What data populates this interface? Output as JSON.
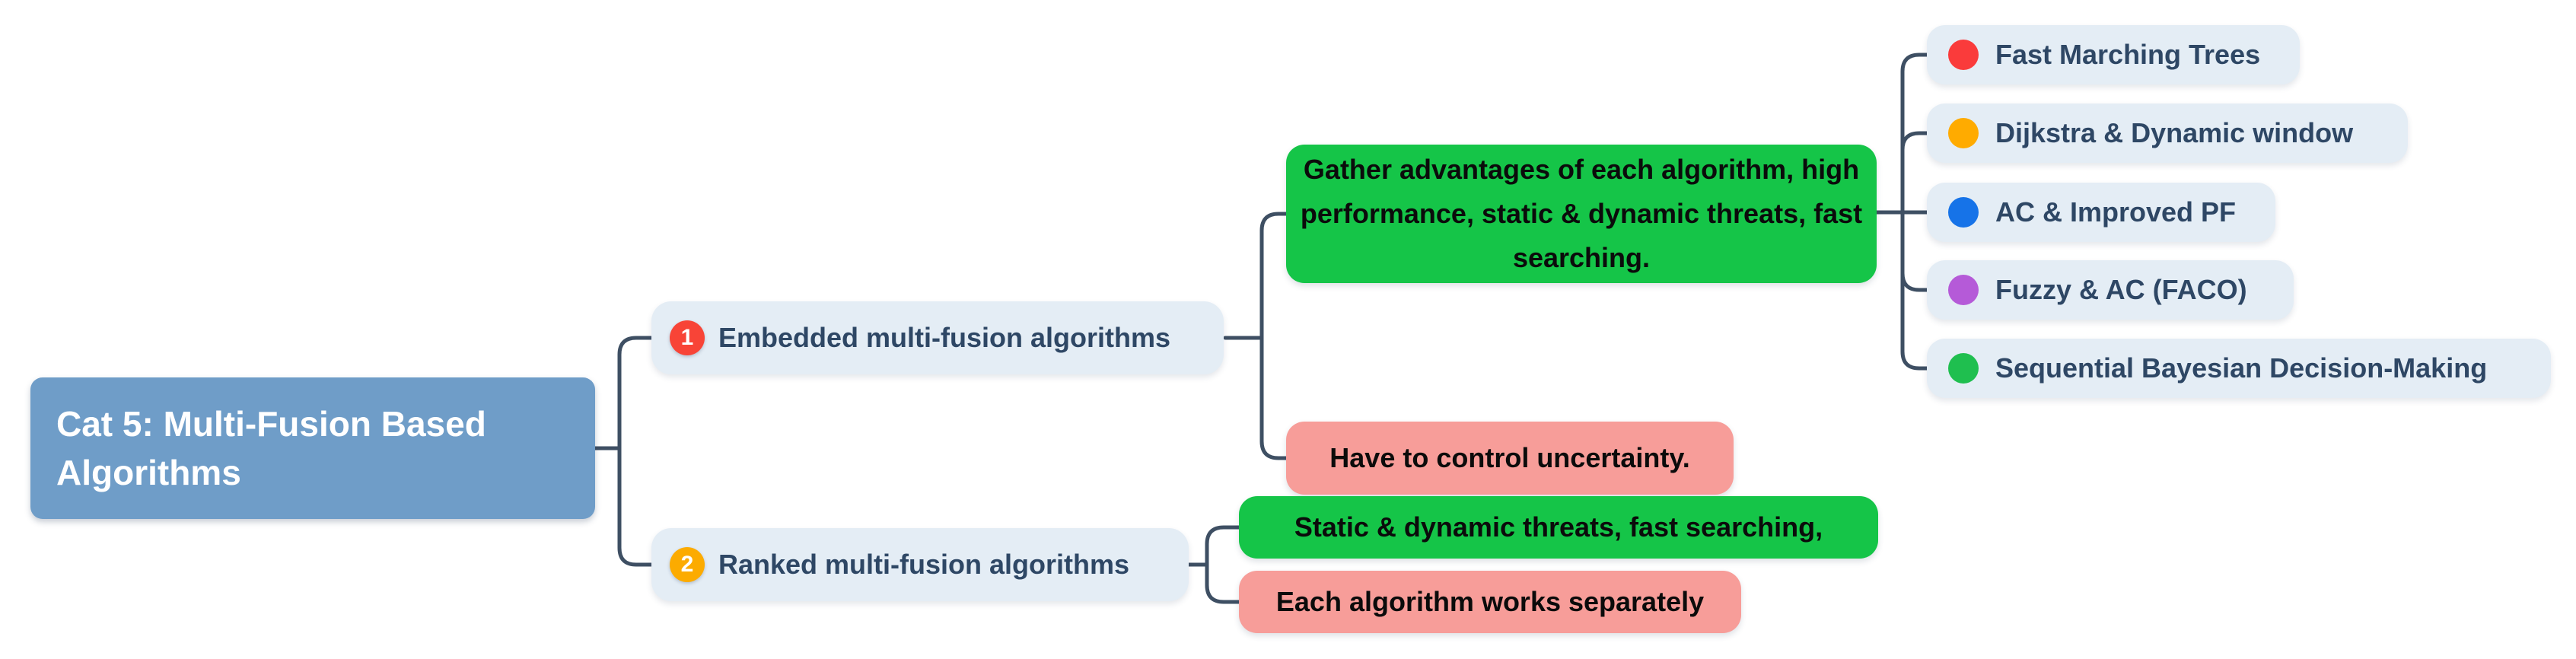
{
  "root": {
    "label": "Cat 5: Multi-Fusion Based Algorithms"
  },
  "branches": [
    {
      "badge": "1",
      "label": "Embedded multi-fusion algorithms",
      "children": [
        {
          "type": "pro",
          "label": "Gather advantages of each algorithm, high performance, static & dynamic threats, fast searching.",
          "children": [
            {
              "dot": "red",
              "label": "Fast Marching Trees"
            },
            {
              "dot": "orange",
              "label": "Dijkstra & Dynamic window"
            },
            {
              "dot": "blue",
              "label": "AC & Improved PF"
            },
            {
              "dot": "purple",
              "label": "Fuzzy & AC (FACO)"
            },
            {
              "dot": "green",
              "label": "Sequential Bayesian Decision-Making"
            }
          ]
        },
        {
          "type": "con",
          "label": "Have to control uncertainty."
        }
      ]
    },
    {
      "badge": "2",
      "label": "Ranked multi-fusion algorithms",
      "children": [
        {
          "type": "pro",
          "label": "Static & dynamic threats, fast searching,"
        },
        {
          "type": "con",
          "label": "Each algorithm works separately"
        }
      ]
    }
  ],
  "colors": {
    "root_blue": "#6f9dc8",
    "node_bg": "#e4edf5",
    "text_navy": "#2e4765",
    "pro_green": "#15c548",
    "con_pink": "#f79d99",
    "connector": "#3e4f63",
    "badge_red": "#f84437",
    "badge_amber": "#fcab00",
    "dot_red": "#fa3b3b",
    "dot_orange": "#ffab00",
    "dot_blue": "#1673e8",
    "dot_purple": "#b55ad8",
    "dot_green": "#1fbf4f"
  }
}
